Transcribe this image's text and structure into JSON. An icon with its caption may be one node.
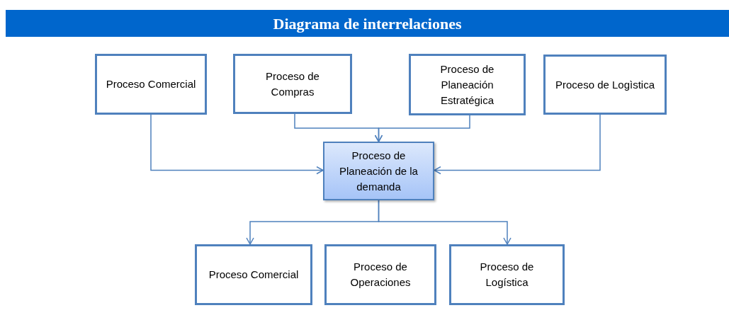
{
  "diagram": {
    "title": "Diagrama de interrelaciones",
    "nodes": [
      {
        "text": [
          "Proceso Comercial"
        ]
      },
      {
        "text": [
          "Proceso de Compras"
        ]
      },
      {
        "text": [
          "Proceso de Planeación Estratégica"
        ]
      },
      {
        "text": [
          "Proceso de Logìstica"
        ]
      },
      {
        "text": [
          "Proceso de Planeación de la demanda"
        ]
      },
      {
        "text": [
          "Proceso Comercial"
        ]
      },
      {
        "text": [
          "Proceso de Operaciones"
        ]
      },
      {
        "text": [
          "Proceso de Logística"
        ]
      }
    ],
    "edges": [
      {
        "from": 0,
        "to": 4,
        "arrow": "to"
      },
      {
        "from": 1,
        "to": 4,
        "arrow": "to"
      },
      {
        "from": 2,
        "to": 4,
        "arrow": "to"
      },
      {
        "from": 3,
        "to": 4,
        "arrow": "to"
      },
      {
        "from": 4,
        "to": 5,
        "arrow": "to"
      },
      {
        "from": 4,
        "to": 7,
        "arrow": "to"
      }
    ]
  }
}
